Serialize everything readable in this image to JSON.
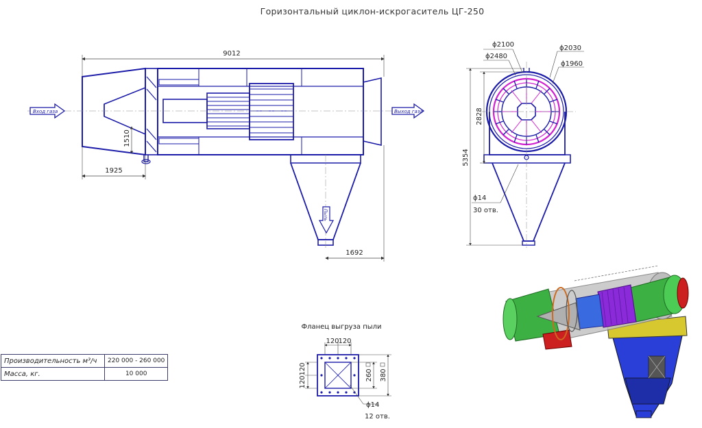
{
  "title": "Горизонтальный циклон-искрогаситель ЦГ-250",
  "side_view": {
    "dim_length": "9012",
    "dim_inlet_height": "1510",
    "dim_inlet_offset": "1925",
    "dim_hopper": "1692",
    "inlet_label": "Вход газа",
    "outlet_label": "Выход газа",
    "dust_label": "Пыль"
  },
  "front_view": {
    "d_2100": "ϕ2100",
    "d_2480": "ϕ2480",
    "d_2030": "ϕ2030",
    "d_1960": "ϕ1960",
    "height_2828": "2828",
    "height_5354": "5354",
    "hole_dia": "ϕ14",
    "hole_count": "30 отв."
  },
  "flange": {
    "caption": "Фланец выгруза пыли",
    "dim_120_a": "120",
    "dim_120_b": "120",
    "dim_120_c": "120",
    "dim_120_d": "120",
    "inner": "260",
    "outer": "380",
    "hole_dia": "ϕ14",
    "hole_count": "12 отв."
  },
  "specs": [
    {
      "label": "Производительность м³/ч",
      "value": "220 000 - 260 000"
    },
    {
      "label": "Масса, кг.",
      "value": "10 000"
    }
  ],
  "colors": {
    "line": "#1a1aa8",
    "dim": "#444444",
    "magenta": "#d020d0",
    "green": "#3cb043",
    "red": "#cc2020",
    "gray": "#b4b4b4",
    "yellow": "#d8c830"
  }
}
